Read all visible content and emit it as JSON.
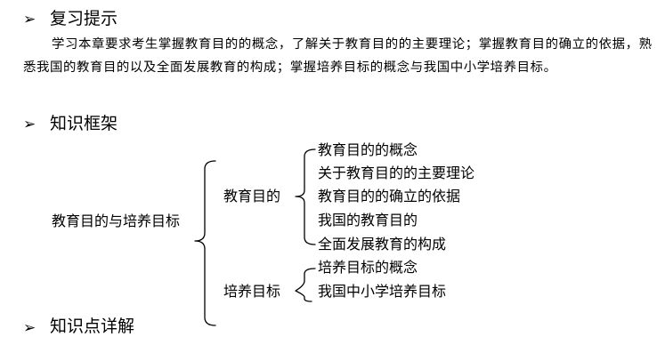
{
  "sections": {
    "review_tips": {
      "bullet": "➢",
      "title": "复习提示",
      "paragraph": "学习本章要求考生掌握教育目的的概念，了解关于教育目的的主要理论；掌握教育目的确立的依据，熟悉我国的教育目的以及全面发展教育的构成；掌握培养目标的概念与我国中小学培养目标。"
    },
    "knowledge_framework": {
      "bullet": "➢",
      "title": "知识框架"
    },
    "knowledge_details": {
      "bullet": "➢",
      "title": "知识点详解"
    }
  },
  "framework": {
    "root": "教育目的与培养目标",
    "branches": [
      {
        "label": "教育目的",
        "leaves": [
          "教育目的的概念",
          "关于教育目的的主要理论",
          "教育目的的确立的依据",
          "我国的教育目的",
          "全面发展教育的构成"
        ]
      },
      {
        "label": "培养目标",
        "leaves": [
          "培养目标的概念",
          "我国中小学培养目标"
        ]
      }
    ]
  }
}
